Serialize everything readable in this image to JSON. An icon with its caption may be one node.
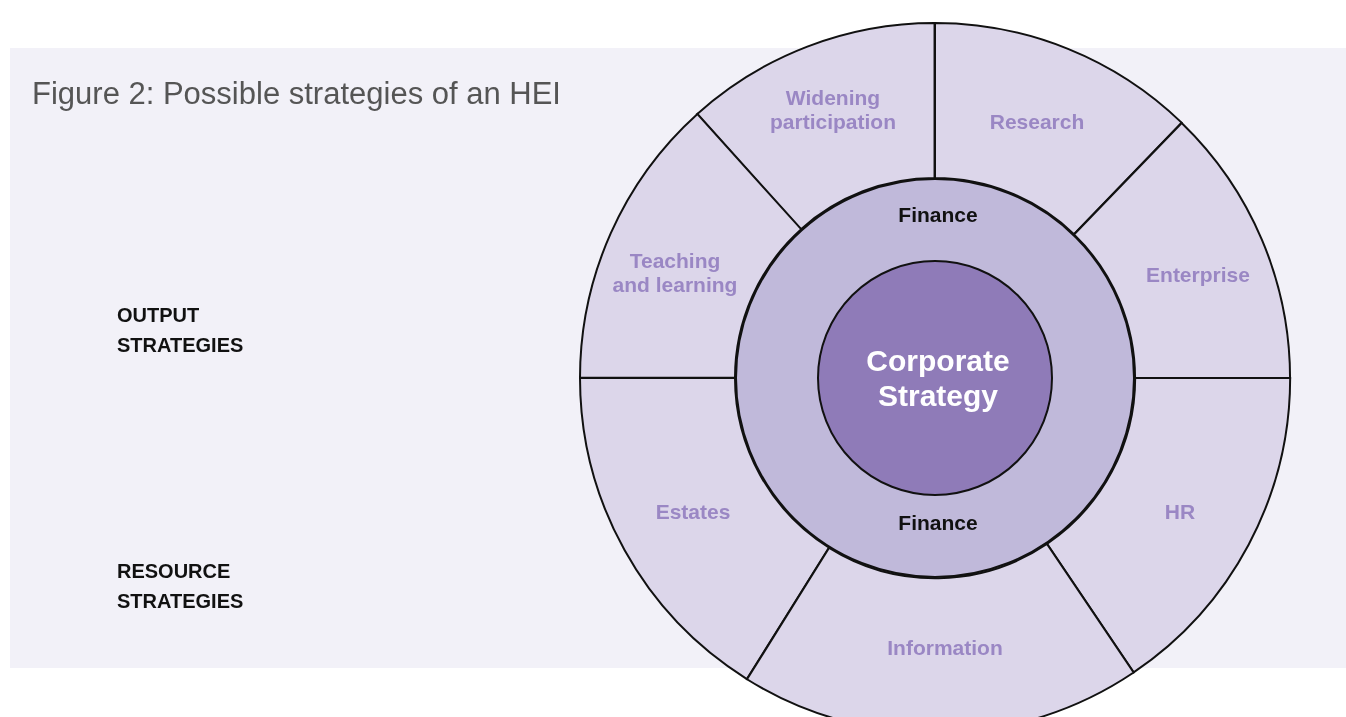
{
  "diagram": {
    "title": "Figure 2: Possible strategies of an HEI",
    "nodes": [
      {
        "text": [
          "Widening participation"
        ]
      },
      {
        "text": [
          "Research"
        ]
      },
      {
        "text": [
          "Teaching and learning"
        ]
      },
      {
        "text": [
          "Enterprise"
        ]
      },
      {
        "text": [
          "Finance",
          "Finance"
        ]
      },
      {
        "text": [
          "Corporate Strategy"
        ],
        "in": 4
      },
      {
        "text": [
          "Estates"
        ]
      },
      {
        "text": [
          "HR"
        ]
      },
      {
        "text": [
          "Information"
        ]
      }
    ],
    "labels": [
      "OUTPUT STRATEGIES",
      "RESOURCE STRATEGIES"
    ]
  }
}
